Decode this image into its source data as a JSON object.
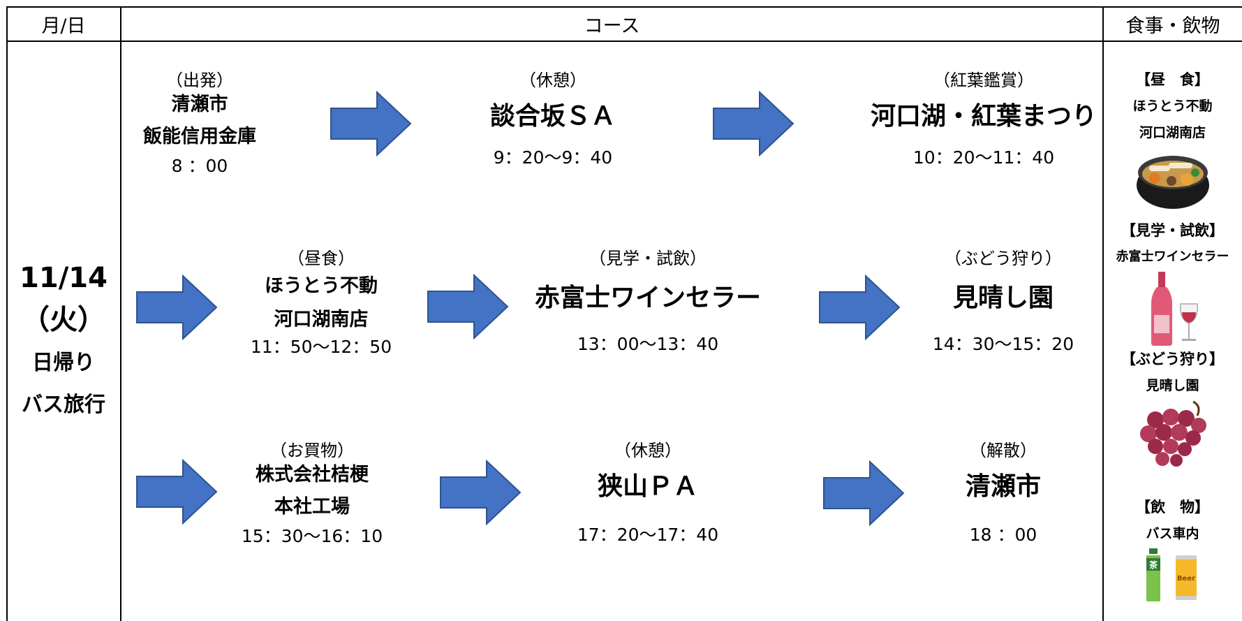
{
  "header": {
    "date_col": "月/日",
    "course_col": "コース",
    "food_col": "食事・飲物"
  },
  "date": {
    "day": "11/14",
    "weekday": "（火）",
    "line1": "日帰り",
    "line2": "バス旅行"
  },
  "rows": [
    [
      {
        "sub": "（出発）",
        "name1": "清瀬市",
        "name2": "飯能信用金庫",
        "time": "8 ：00"
      },
      {
        "sub": "（休憩）",
        "name1": "談合坂ＳＡ",
        "time": "9：20〜9：40"
      },
      {
        "sub": "（紅葉鑑賞）",
        "name1": "河口湖・紅葉まつり",
        "time": "10：20〜11：40"
      }
    ],
    [
      {
        "sub": "（昼食）",
        "name1": "ほうとう不動",
        "name2": "河口湖南店",
        "time": "11：50〜12：50"
      },
      {
        "sub": "（見学・試飲）",
        "name1": "赤富士ワインセラー",
        "time": "13：00〜13：40"
      },
      {
        "sub": "（ぶどう狩り）",
        "name1": "見晴し園",
        "time": "14：30〜15：20"
      }
    ],
    [
      {
        "sub": "（お買物）",
        "name1": "株式会社桔梗",
        "name2": "本社工場",
        "time": "15：30〜16：10"
      },
      {
        "sub": "（休憩）",
        "name1": "狭山ＰＡ",
        "time": "17：20〜17：40"
      },
      {
        "sub": "（解散）",
        "name1": "清瀬市",
        "time": "18 ：00"
      }
    ]
  ],
  "food": [
    {
      "title": "【昼　食】",
      "line1": "ほうとう不動",
      "line2": "河口湖南店",
      "icon": "houtou-pot-icon"
    },
    {
      "title": "【見学・試飲】",
      "line1": "赤富士ワインセラー",
      "icon": "wine-icon"
    },
    {
      "title": "【ぶどう狩り】",
      "line1": "見晴し園",
      "icon": "grapes-icon"
    },
    {
      "title": "【飲　物】",
      "line1": "バス車内",
      "icon": "drinks-icon",
      "tea_label": "茶",
      "beer_label": "Beer"
    }
  ],
  "colors": {
    "arrow": "#4472C4",
    "arrow_border": "#2F528F",
    "border": "#000000"
  }
}
